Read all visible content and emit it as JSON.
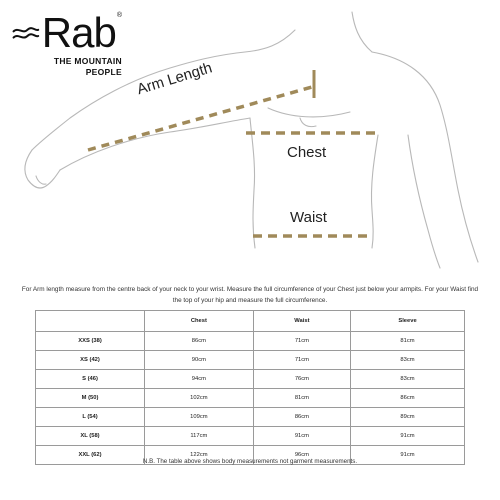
{
  "brand": {
    "name": "Rab",
    "registered": "®",
    "tagline_line1": "THE MOUNTAIN",
    "tagline_line2": "PEOPLE"
  },
  "figure": {
    "arm_label": "Arm Length",
    "chest_label": "Chest",
    "waist_label": "Waist",
    "measure_color": "#a08a5a",
    "outline_color": "#b8b8b8"
  },
  "instructions": "For Arm length measure from the centre back of your neck to your wrist. Measure the full circumference of your Chest just below your armpits. For your Waist find the top of your hip and measure the full circumference.",
  "table": {
    "headers": [
      "",
      "Chest",
      "Waist",
      "Sleeve"
    ],
    "rows": [
      [
        "XXS (38)",
        "86cm",
        "71cm",
        "81cm"
      ],
      [
        "XS (42)",
        "90cm",
        "71cm",
        "83cm"
      ],
      [
        "S (46)",
        "94cm",
        "76cm",
        "83cm"
      ],
      [
        "M (50)",
        "102cm",
        "81cm",
        "86cm"
      ],
      [
        "L (54)",
        "109cm",
        "86cm",
        "89cm"
      ],
      [
        "XL (58)",
        "117cm",
        "91cm",
        "91cm"
      ],
      [
        "XXL (62)",
        "122cm",
        "96cm",
        "91cm"
      ]
    ]
  },
  "note": "N.B. The table above shows body measurements not garment measurements."
}
